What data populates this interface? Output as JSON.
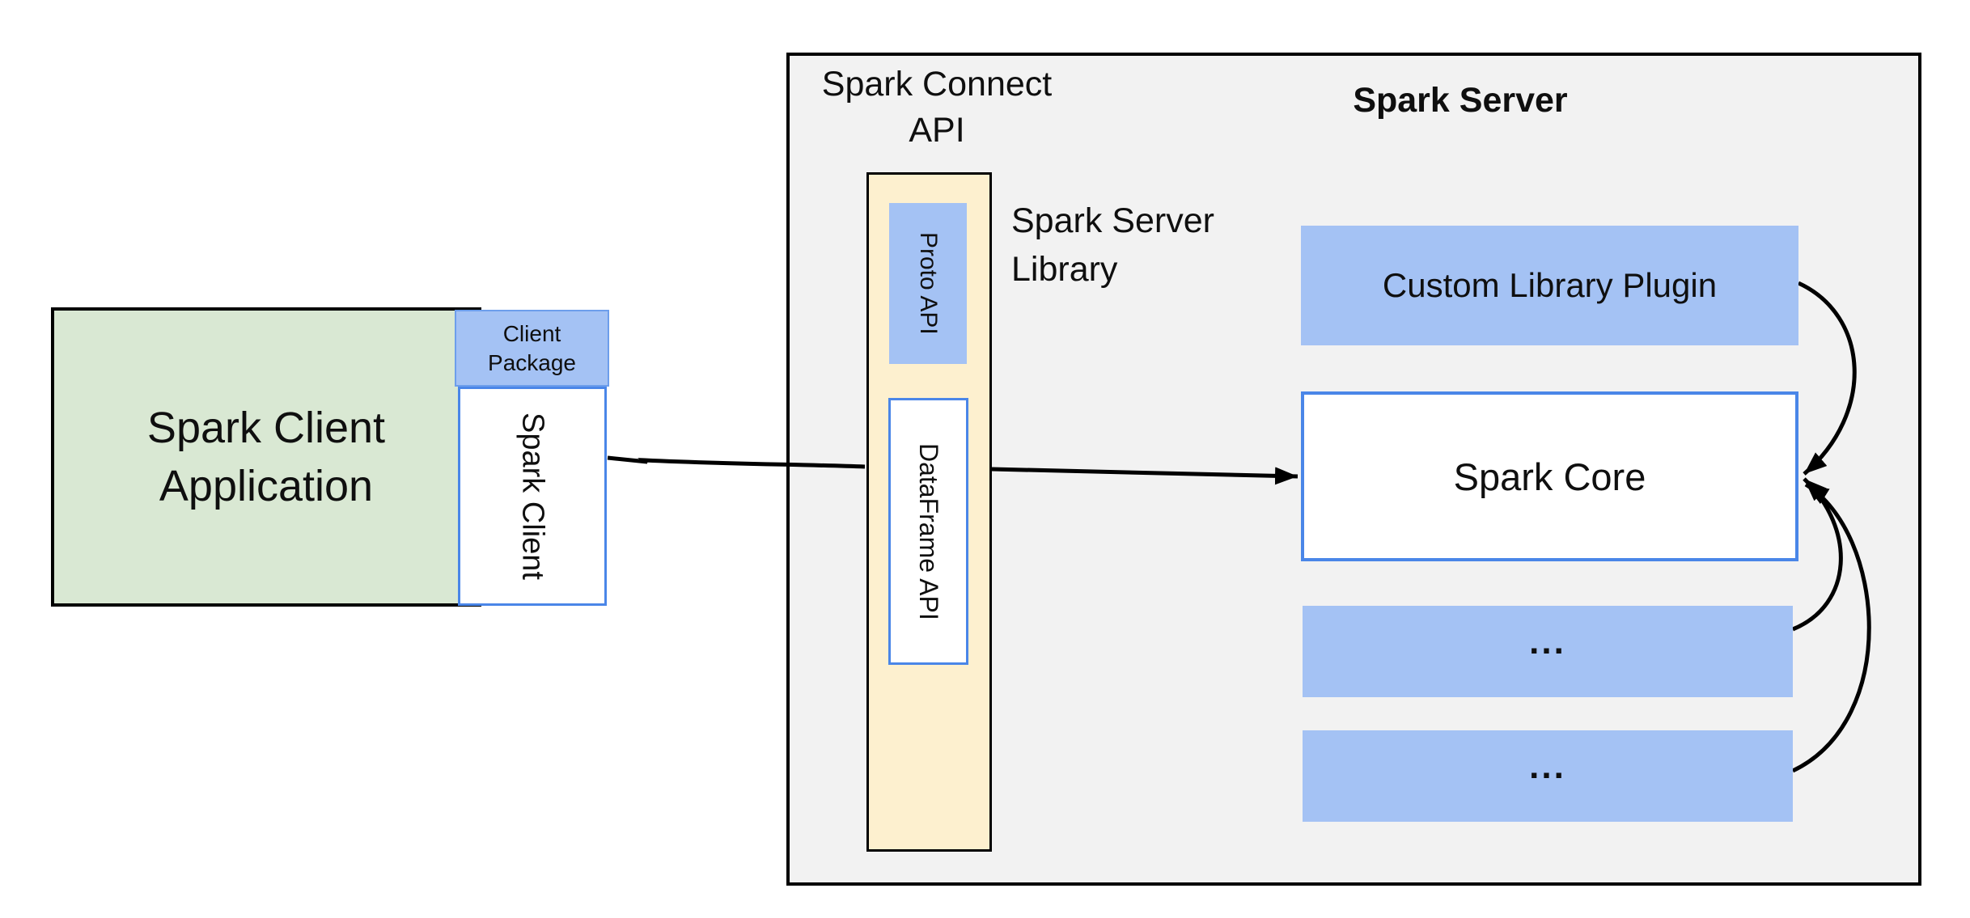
{
  "client": {
    "app_title_line1": "Spark Client",
    "app_title_line2": "Application",
    "package_line1": "Client",
    "package_line2": "Package",
    "client_label": "Spark Client"
  },
  "connect_api": {
    "title_line1": "Spark Connect",
    "title_line2": "API",
    "proto_label": "Proto API",
    "dataframe_label": "DataFrame API",
    "library_line1": "Spark Server",
    "library_line2": "Library"
  },
  "server": {
    "title": "Spark Server",
    "plugin_label": "Custom Library Plugin",
    "core_label": "Spark Core",
    "ellipsis_row1": "...",
    "ellipsis_row2": "..."
  },
  "colors": {
    "panel_gray": "#f2f2f2",
    "box_blue_fill": "#a4c2f4",
    "box_blue_border": "#4a86e8",
    "yellow_fill": "#fdf0cf",
    "green_fill": "#d9e8d3",
    "line_black": "#000000"
  }
}
